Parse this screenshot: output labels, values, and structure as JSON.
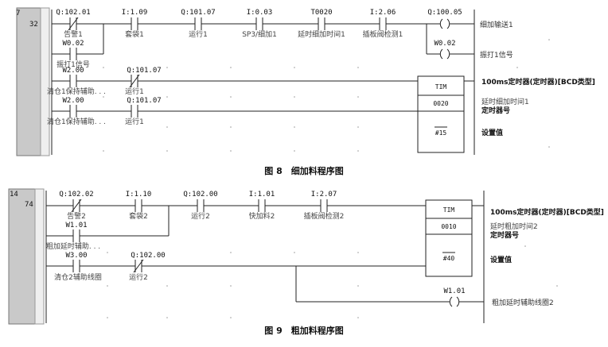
{
  "fig8": {
    "rung_no": "7",
    "step_no": "32",
    "caption": "图 8　细加料程序图",
    "contacts": [
      {
        "addr": "Q:102.01",
        "label": "告警1",
        "type": "nc"
      },
      {
        "addr": "I:1.09",
        "label": "套袋1",
        "type": "no"
      },
      {
        "addr": "Q:101.07",
        "label": "运行1",
        "type": "no"
      },
      {
        "addr": "I:0.03",
        "label": "SP3/细加1",
        "type": "no"
      },
      {
        "addr": "T0020",
        "label": "延时细加时间1",
        "type": "no"
      },
      {
        "addr": "I:2.06",
        "label": "插板阀检测1",
        "type": "no"
      },
      {
        "addr": "W0.02",
        "label": "振打1信号",
        "type": "no"
      },
      {
        "addr": "W2.00",
        "label": "清仓1保持辅助. . .",
        "type": "no"
      },
      {
        "addr": "Q:101.07",
        "label": "运行1",
        "type": "nc"
      },
      {
        "addr": "W2.00",
        "label": "清仓1保持辅助. . .",
        "type": "no"
      },
      {
        "addr": "Q:101.07",
        "label": "运行1",
        "type": "no"
      }
    ],
    "coils": [
      {
        "addr": "Q:100.05",
        "label": "细加输送1"
      },
      {
        "addr": "W0.02",
        "label": "振打1信号"
      }
    ],
    "tim": {
      "title": "TIM",
      "num": "0020",
      "set": "#15",
      "desc": "100ms定时器(定时器)[BCD类型]",
      "num_label_1": "延时细加时间1",
      "num_label_2": "定时器号",
      "set_label": "设置值"
    }
  },
  "fig9": {
    "rung_no": "14",
    "step_no": "74",
    "caption": "图 9　粗加料程序图",
    "contacts": [
      {
        "addr": "Q:102.02",
        "label": "告警2",
        "type": "nc"
      },
      {
        "addr": "I:1.10",
        "label": "套袋2",
        "type": "no"
      },
      {
        "addr": "Q:102.00",
        "label": "运行2",
        "type": "no"
      },
      {
        "addr": "I:1.01",
        "label": "快加料2",
        "type": "no"
      },
      {
        "addr": "I:2.07",
        "label": "插板阀检测2",
        "type": "no"
      },
      {
        "addr": "W1.01",
        "label": "粗加延时辅助. . .",
        "type": "no"
      },
      {
        "addr": "W3.00",
        "label": "清仓2辅助线圈",
        "type": "no"
      },
      {
        "addr": "Q:102.00",
        "label": "运行2",
        "type": "nc"
      }
    ],
    "coils": [
      {
        "addr": "W1.01",
        "label": "粗加延时辅助线圈2"
      }
    ],
    "tim": {
      "title": "TIM",
      "num": "0010",
      "set": "#40",
      "desc": "100ms定时器(定时器)[BCD类型]",
      "num_label_1": "延时粗加时间2",
      "num_label_2": "定时器号",
      "set_label": "设置值"
    }
  }
}
